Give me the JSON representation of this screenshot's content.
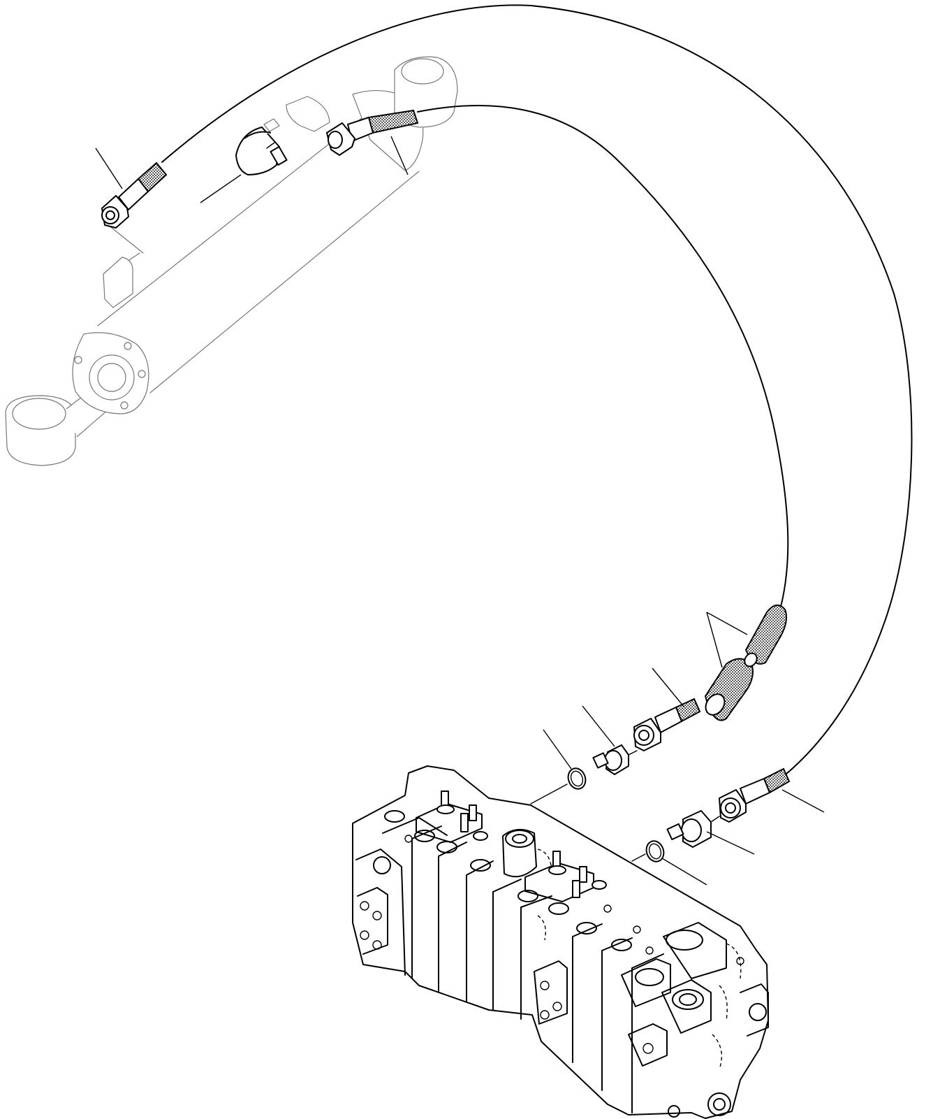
{
  "diagram": {
    "kind": "exploded-parts-view",
    "callout_labels": [],
    "components": [
      "hydraulic-cylinder",
      "control-valve-block",
      "upper-hose",
      "lower-hose",
      "hose-sleeves",
      "hose-fittings",
      "adapters",
      "o-rings",
      "elbow-fittings"
    ],
    "colors": {
      "line": "#000000",
      "faint_line": "#777777",
      "background": "#ffffff"
    }
  }
}
